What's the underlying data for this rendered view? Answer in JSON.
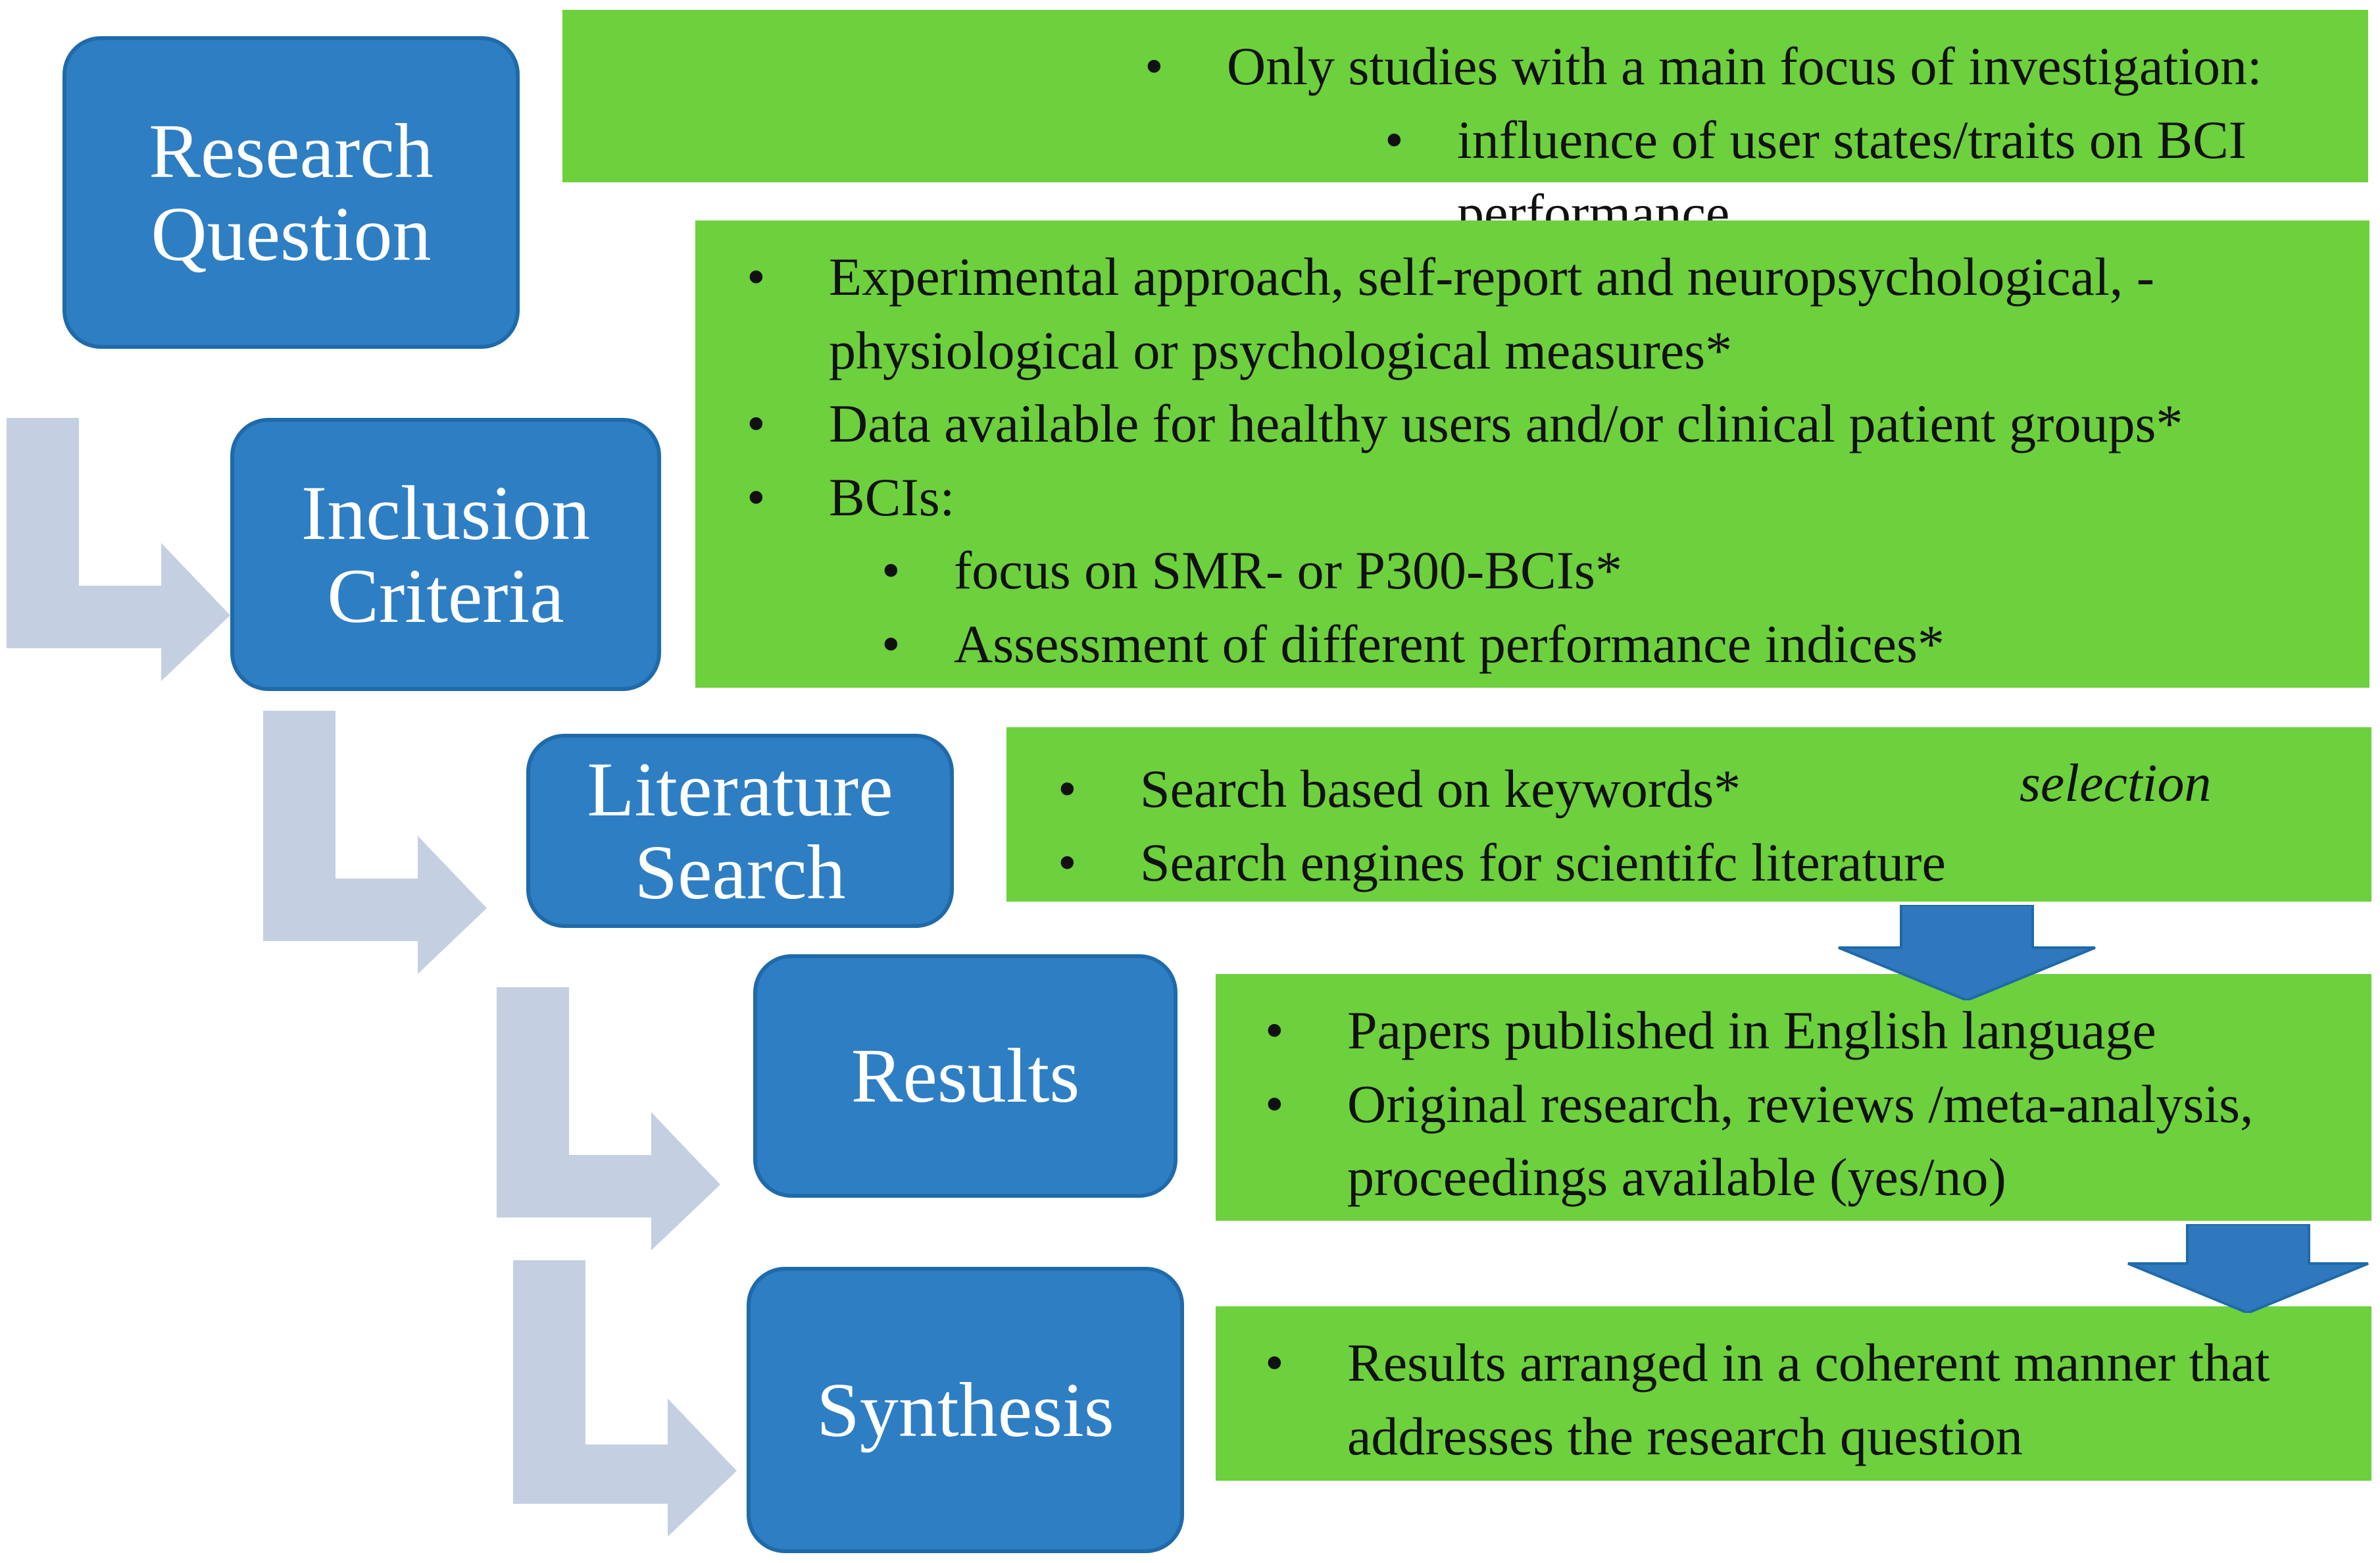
{
  "colors": {
    "stage_box": "#2e7ec4",
    "stage_box_border": "#1f6aa9",
    "panel": "#6dd03d",
    "elbow_arrow": "#c4d0e1",
    "down_arrow": "#2f78bd"
  },
  "stages": [
    {
      "id": "research-question",
      "label": "Research\nQuestion"
    },
    {
      "id": "inclusion-criteria",
      "label": "Inclusion\nCriteria"
    },
    {
      "id": "literature-search",
      "label": "Literature\nSearch"
    },
    {
      "id": "results",
      "label": "Results"
    },
    {
      "id": "synthesis",
      "label": "Synthesis"
    }
  ],
  "panels": {
    "research_question": {
      "items": [
        {
          "text": "Only studies with a main focus of investigation:",
          "level": 1
        },
        {
          "text": "influence of user states/traits on BCI performance",
          "level": 2
        }
      ]
    },
    "inclusion_criteria": {
      "items": [
        {
          "text": "Experimental approach, self-report and neuropsychological, -physiological  or psychological  measures*",
          "level": 1
        },
        {
          "text": "Data available for healthy users and/or clinical patient groups*",
          "level": 1
        },
        {
          "text": "BCIs:",
          "level": 1
        },
        {
          "text": "focus on SMR-  or P300-BCIs*",
          "level": 2
        },
        {
          "text": "Assessment of different performance indices*",
          "level": 2
        }
      ]
    },
    "literature_search": {
      "items": [
        {
          "text": "Search based on keywords*",
          "level": 1
        },
        {
          "text": "Search engines  for scientifc literature",
          "level": 1
        }
      ],
      "note": "selection"
    },
    "results": {
      "items": [
        {
          "text": "Papers published in English  language",
          "level": 1
        },
        {
          "text": "Original  research, reviews /meta-analysis, proceedings available (yes/no)",
          "level": 1
        }
      ]
    },
    "synthesis": {
      "items": [
        {
          "text": "Results arranged in a coherent manner that addresses the research question",
          "level": 1
        }
      ]
    }
  }
}
